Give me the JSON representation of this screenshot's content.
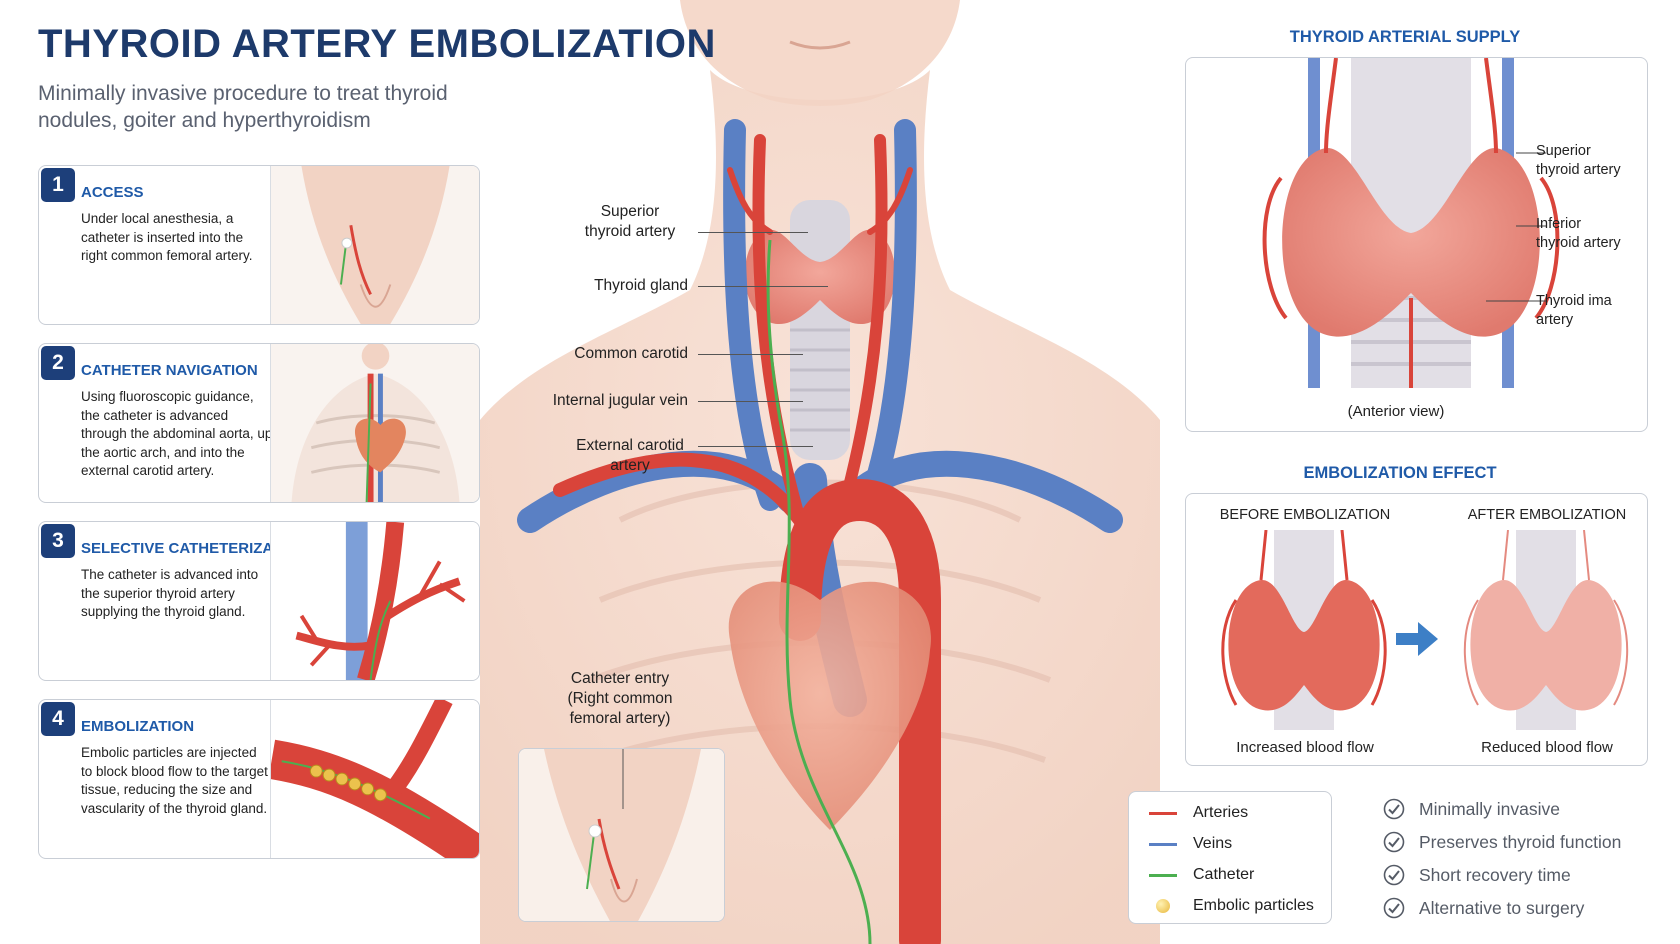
{
  "header": {
    "title": "THYROID ARTERY EMBOLIZATION",
    "subtitle": "Minimally invasive procedure to treat thyroid nodules, goiter and hyperthyroidism"
  },
  "steps": [
    {
      "number": "1",
      "title": "ACCESS",
      "text": "Under local anesthesia, a catheter is inserted into the right common femoral artery."
    },
    {
      "number": "2",
      "title": "CATHETER NAVIGATION",
      "text": "Using fluoroscopic guidance, the catheter is advanced through the abdominal aorta, up the aortic arch, and into the external carotid artery."
    },
    {
      "number": "3",
      "title": "SELECTIVE CATHETERIZATION",
      "text": "The catheter is advanced into the superior thyroid artery supplying the thyroid gland."
    },
    {
      "number": "4",
      "title": "EMBOLIZATION",
      "text": "Embolic particles are injected to block blood flow to the target tissue, reducing the size and vascularity of the thyroid gland."
    }
  ],
  "center_labels": {
    "superior_thyroid": "Superior\nthyroid artery",
    "thyroid_gland": "Thyroid gland",
    "common_carotid": "Common carotid",
    "internal_jugular": "Internal jugular vein",
    "external_carotid": "External carotid\nartery",
    "catheter_entry": "Catheter entry\n(Right common\nfemoral artery)"
  },
  "arterial_supply": {
    "title": "THYROID ARTERIAL SUPPLY",
    "labels": [
      "Superior\nthyroid artery",
      "Inferior\nthyroid artery",
      "Thyroid ima\nartery"
    ],
    "caption": "(Anterior view)"
  },
  "embolization_effect": {
    "title": "EMBOLIZATION EFFECT",
    "before_label": "BEFORE EMBOLIZATION",
    "after_label": "AFTER EMBOLIZATION",
    "before_caption": "Increased blood flow",
    "after_caption": "Reduced blood flow"
  },
  "legend": [
    {
      "label": "Arteries",
      "color": "#d9443a",
      "kind": "line"
    },
    {
      "label": "Veins",
      "color": "#5a80c4",
      "kind": "line"
    },
    {
      "label": "Catheter",
      "color": "#4caf50",
      "kind": "line"
    },
    {
      "label": "Embolic particles",
      "color": "#e8b73c",
      "kind": "dot"
    }
  ],
  "benefits": [
    "Minimally invasive",
    "Preserves thyroid function",
    "Short recovery time",
    "Alternative to surgery"
  ],
  "colors": {
    "title": "#1d3a6b",
    "accent": "#1f5aa8",
    "artery": "#d9443a",
    "vein": "#5a80c4",
    "catheter": "#4caf50",
    "thyroid": "#e8857a"
  }
}
